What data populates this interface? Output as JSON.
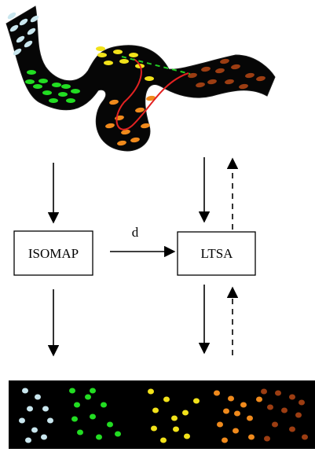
{
  "nodes": {
    "isomap": {
      "label": "ISOMAP"
    },
    "ltsa": {
      "label": "LTSA"
    }
  },
  "edges": {
    "isomap_to_ltsa": {
      "label": "d"
    }
  },
  "colors": {
    "cluster_1": "#c9e6ee",
    "cluster_2": "#22dd22",
    "cluster_3": "#f2e21a",
    "cluster_4": "#f08a1c",
    "cluster_5": "#9c3d12",
    "geodesic_path": "#e32222",
    "euclidean_shortcut": "#22cc22",
    "background": "#000000"
  }
}
